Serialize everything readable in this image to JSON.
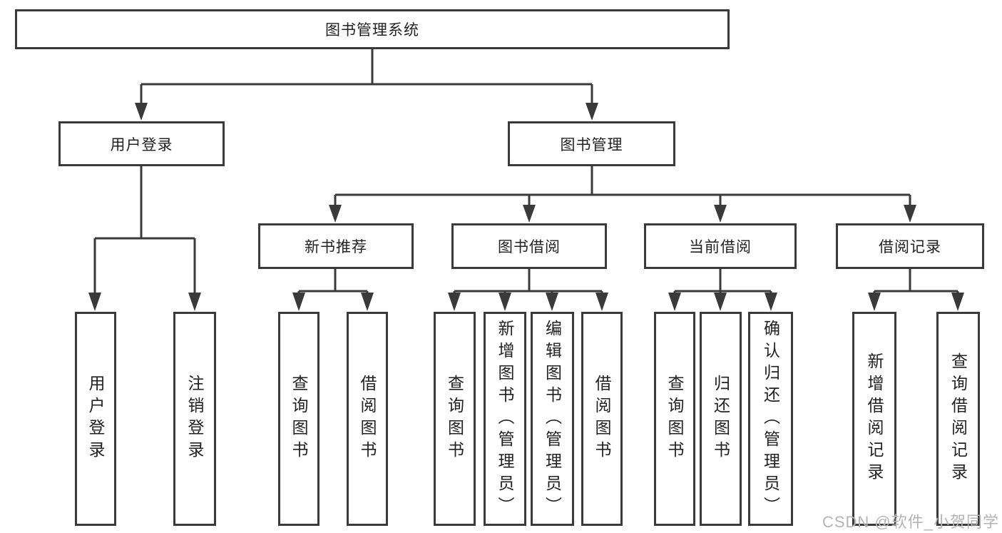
{
  "colors": {
    "line": "#3a3a3a",
    "text": "#222222",
    "watermark": "#b4b4b4",
    "background": "#ffffff"
  },
  "tree": {
    "root": "图书管理系统",
    "level2": [
      "用户登录",
      "图书管理"
    ],
    "level3": [
      "新书推荐",
      "图书借阅",
      "当前借阅",
      "借阅记录"
    ],
    "leaves": {
      "login": [
        "用户登录",
        "注销登录"
      ],
      "newbook": [
        "查询图书",
        "借阅图书"
      ],
      "borrow": [
        "查询图书",
        "新增图书（管理员）",
        "编辑图书（管理员）",
        "借阅图书"
      ],
      "current": [
        "查询图书",
        "归还图书",
        "确认归还（管理员）"
      ],
      "records": [
        "新增借阅记录",
        "查询借阅记录"
      ]
    }
  },
  "watermark": "CSDN @软件_小贺同学"
}
